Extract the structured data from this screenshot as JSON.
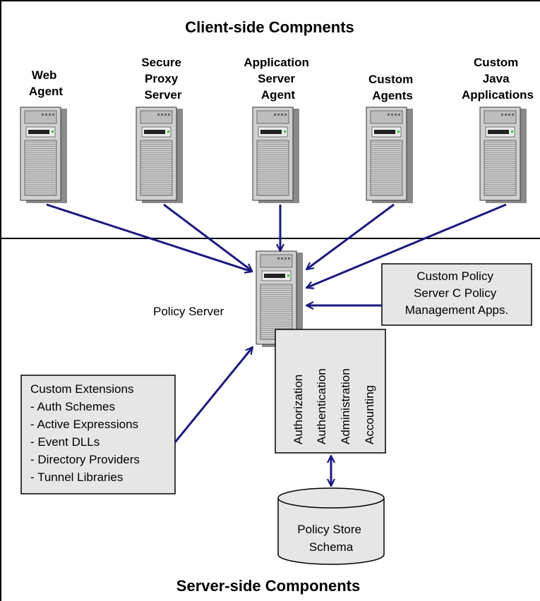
{
  "client_title": "Client-side Compnents",
  "server_title": "Server-side Components",
  "clients": [
    {
      "lines": [
        "Web",
        "Agent"
      ]
    },
    {
      "lines": [
        "Secure",
        "Proxy",
        "Server"
      ]
    },
    {
      "lines": [
        "Application",
        "Server",
        "Agent"
      ]
    },
    {
      "lines": [
        "Custom",
        "Agents"
      ]
    },
    {
      "lines": [
        "Custom",
        "Java",
        "Applications"
      ]
    }
  ],
  "policy_server_label": "Policy Server",
  "custom_policy_box": [
    "Custom Policy",
    "Server C Policy",
    "Management Apps."
  ],
  "custom_extensions": [
    "Custom Extensions",
    "- Auth Schemes",
    "- Active Expressions",
    "- Event DLLs",
    "- Directory Providers",
    "- Tunnel Libraries"
  ],
  "services": [
    "Authorization",
    "Authentication",
    "Administration",
    "Accounting"
  ],
  "policy_store": [
    "Policy Store",
    "Schema"
  ],
  "colors": {
    "arrow": "#1a1a80",
    "box_fill": "#e6e6e6",
    "server_body": "#d0d0d0",
    "server_side": "#8a8a8a",
    "led": "#22cc22"
  }
}
